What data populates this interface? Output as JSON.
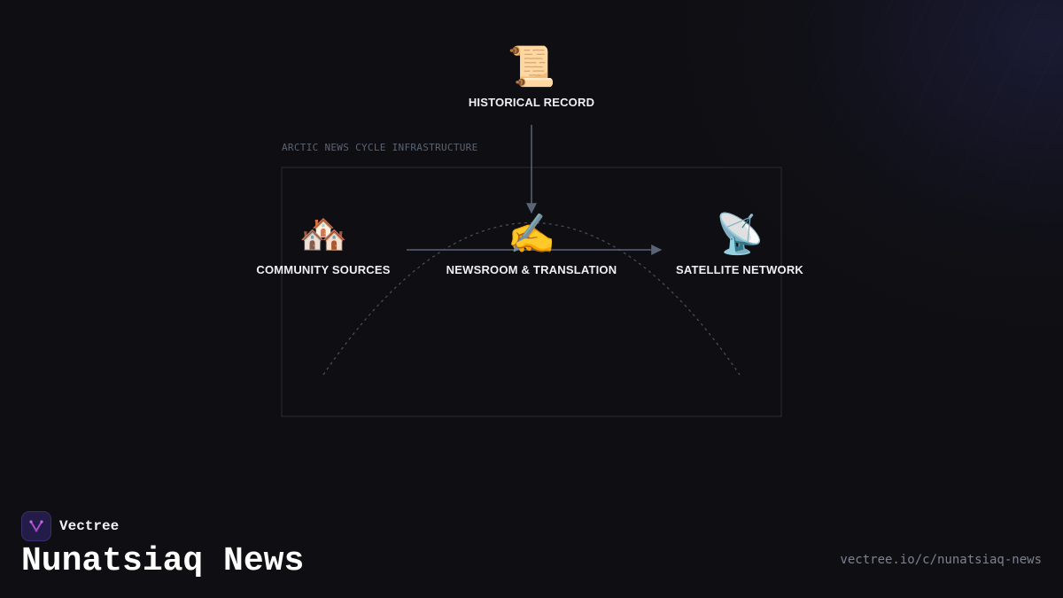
{
  "diagram": {
    "group_label": "ARCTIC NEWS CYCLE INFRASTRUCTURE",
    "nodes": {
      "historical": {
        "icon": "📜",
        "icon_name": "scroll-icon",
        "label": "HISTORICAL RECORD"
      },
      "community": {
        "icon": "🏘️",
        "icon_name": "houses-icon",
        "label": "COMMUNITY SOURCES"
      },
      "newsroom": {
        "icon": "✍️",
        "icon_name": "writing-hand-icon",
        "label": "NEWSROOM & TRANSLATION"
      },
      "satellite": {
        "icon": "📡",
        "icon_name": "satellite-dish-icon",
        "label": "SATELLITE NETWORK"
      }
    },
    "edges": [
      {
        "from": "historical",
        "to": "newsroom"
      },
      {
        "from": "community",
        "to": "satellite"
      }
    ],
    "colors": {
      "edge": "#5a6476",
      "group_border": "#2a2d36",
      "arc": "#4a5060"
    }
  },
  "footer": {
    "brand_name": "Vectree",
    "title": "Nunatsiaq News",
    "url": "vectree.io/c/nunatsiaq-news"
  }
}
